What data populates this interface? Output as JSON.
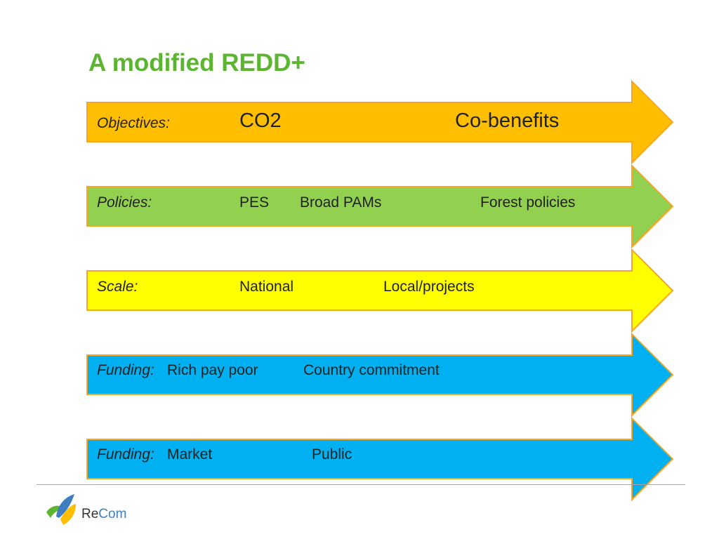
{
  "slide": {
    "title": "A modified REDD+"
  },
  "colors": {
    "title": "#5cb531",
    "arrow_border": "#f5a623",
    "objectives_fill": "#ffbf00",
    "policies_fill": "#92d050",
    "scale_fill": "#ffff00",
    "funding_fill": "#00b0f0",
    "footer_line": "#a6a6a6"
  },
  "rows": [
    {
      "label": "Objectives:",
      "items": [
        "CO2",
        "Co-benefits"
      ]
    },
    {
      "label": "Policies:",
      "items": [
        "PES",
        "Broad PAMs",
        "Forest policies"
      ]
    },
    {
      "label": "Scale:",
      "items": [
        "National",
        "Local/projects"
      ]
    },
    {
      "label": "Funding:",
      "items": [
        "Rich pay poor",
        "Country commitment"
      ]
    },
    {
      "label": "Funding:",
      "items": [
        "Market",
        "Public"
      ]
    }
  ],
  "footer": {
    "logo_text_a": "Re",
    "logo_text_b": "Com",
    "logo_icon": "recom-leaf-logo-icon"
  }
}
